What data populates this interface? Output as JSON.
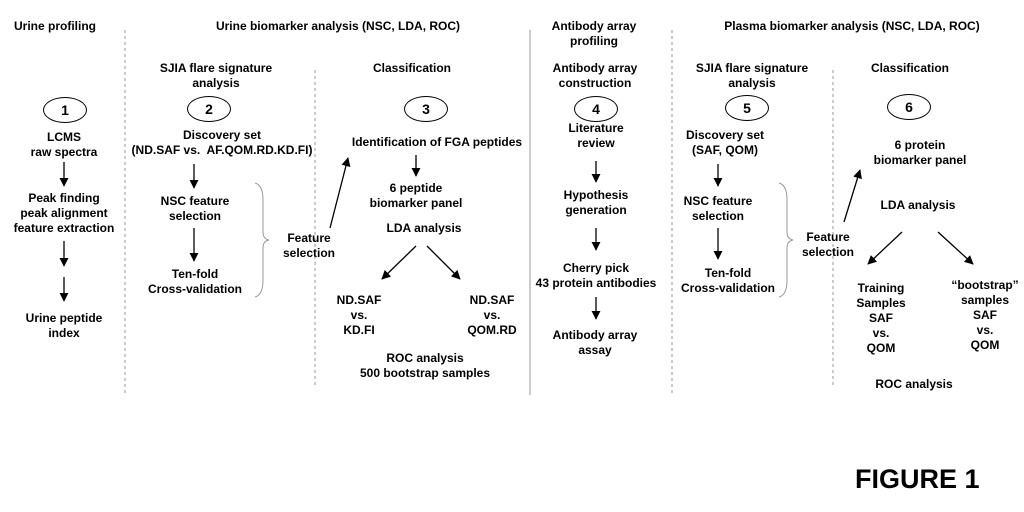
{
  "headers": {
    "urine_profiling": "Urine profiling",
    "urine_biomarker": "Urine biomarker analysis (NSC, LDA, ROC)",
    "antibody_array": "Antibody array\nprofiling",
    "plasma_biomarker": "Plasma biomarker analysis (NSC, LDA, ROC)"
  },
  "subheaders": {
    "sjia_urine": "SJIA flare signature\nanalysis",
    "classification_urine": "Classification",
    "antibody_construction": "Antibody array\nconstruction",
    "sjia_plasma": "SJIA flare signature\nanalysis",
    "classification_plasma": "Classification"
  },
  "steps": [
    "1",
    "2",
    "3",
    "4",
    "5",
    "6"
  ],
  "col1": {
    "lcms": "LCMS\nraw spectra",
    "peak": "Peak finding\npeak alignment\nfeature extraction",
    "index": "Urine peptide\nindex"
  },
  "col2": {
    "discovery": "Discovery set\n(ND.SAF vs.  AF.QOM.RD.KD.FI)",
    "nsc": "NSC feature\nselection",
    "tenfold": "Ten-fold\nCross-validation",
    "feature_sel": "Feature\nselection"
  },
  "col3": {
    "identification": "Identification of FGA peptides",
    "panel": "6 peptide\nbiomarker panel",
    "lda": "LDA analysis",
    "left_compare": "ND.SAF\nvs.\nKD.FI",
    "right_compare": "ND.SAF\nvs.\nQOM.RD",
    "roc": "ROC analysis\n500 bootstrap samples"
  },
  "col4": {
    "literature": "Literature\nreview",
    "hypothesis": "Hypothesis\ngeneration",
    "cherry": "Cherry pick\n43 protein antibodies",
    "assay": "Antibody array\nassay"
  },
  "col5": {
    "discovery": "Discovery set\n(SAF, QOM)",
    "nsc": "NSC feature\nselection",
    "tenfold": "Ten-fold\nCross-validation",
    "feature_sel": "Feature\nselection"
  },
  "col6": {
    "panel": "6 protein\nbiomarker panel",
    "lda": "LDA analysis",
    "training": "Training\nSamples\nSAF\nvs.\nQOM",
    "bootstrap": "“bootstrap”\nsamples\nSAF\nvs.\nQOM",
    "roc": "ROC analysis"
  },
  "figure_label": "FIGURE 1"
}
